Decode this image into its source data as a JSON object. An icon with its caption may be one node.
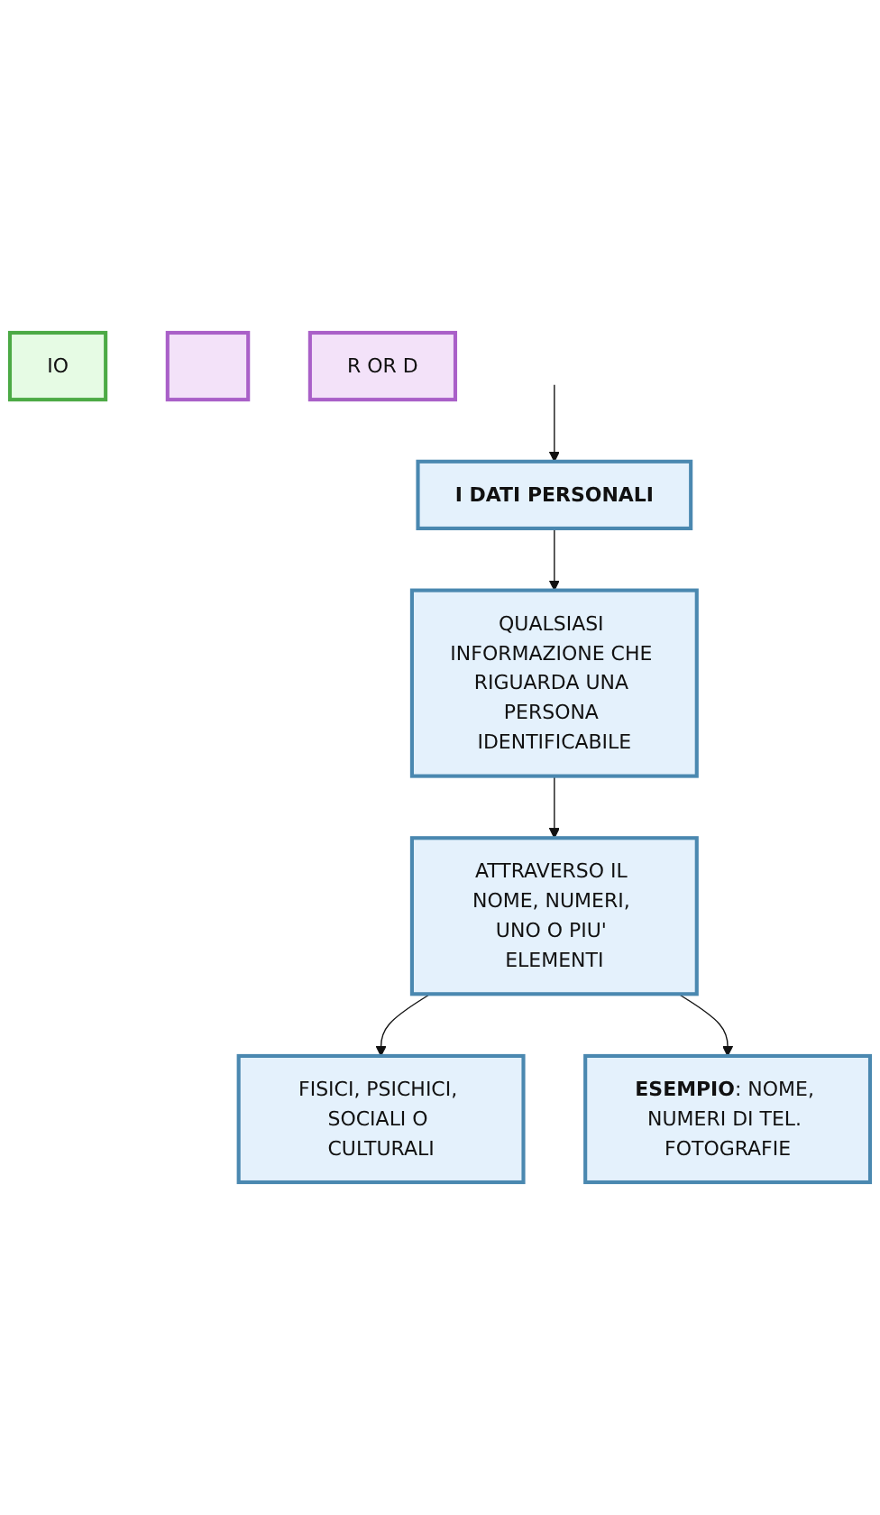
{
  "diagram": {
    "nodes": [
      {
        "text": [
          "I DATI PERSONALI"
        ]
      },
      {
        "text": [
          "QUALSIASI INFORMAZIONE CHE RIGUARDA UNA PERSONA IDENTIFICABILE"
        ]
      },
      {
        "text": [
          "ATTRAVERSO IL NOME, NUMERI, UNO O PIU' ELEMENTI"
        ]
      },
      {
        "text": [
          "FISICI, PSICHICI, SOCIALI O CULTURALI"
        ]
      },
      {
        "text": [
          "**ESEMPIO**: NOME, NUMERI DI TEL. FOTOGRAFIE"
        ]
      },
      {
        "text": [
          "IO"
        ]
      },
      {
        "text": [],
        "shape": "box"
      },
      {
        "text": [
          "R OR D"
        ]
      }
    ],
    "edges": [
      {
        "from": null,
        "to": 0,
        "arrow": "to"
      },
      {
        "from": 0,
        "to": 1,
        "arrow": "to"
      },
      {
        "from": 1,
        "to": 2,
        "arrow": "to"
      },
      {
        "from": 2,
        "to": 3,
        "arrow": "to"
      },
      {
        "from": 2,
        "to": 4,
        "arrow": "to"
      }
    ]
  }
}
